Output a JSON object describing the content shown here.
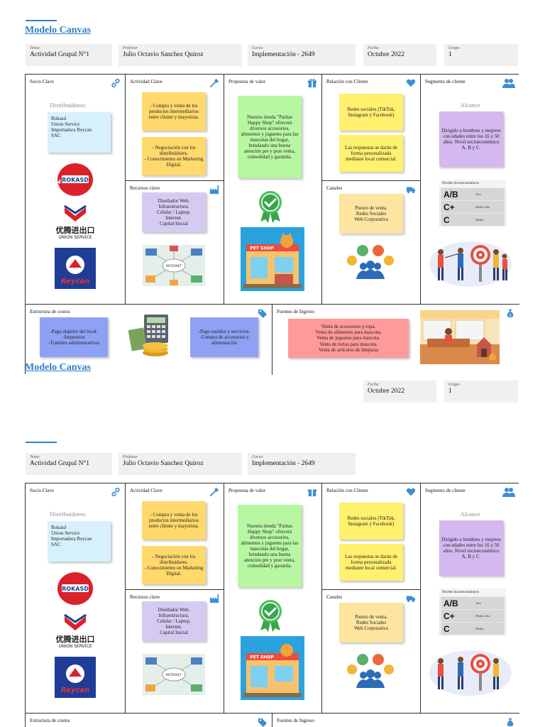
{
  "page1": {
    "title": "Modelo Canvas",
    "fields": [
      {
        "label": "Tema:",
        "value": "Actividad Grupal N°1"
      },
      {
        "label": "Profesor",
        "value": "Julio Octavio Sanchez Quiroz"
      },
      {
        "label": "Curso:",
        "value": "Implementación - 2649"
      },
      {
        "label": "Fecha:",
        "value": "Octubre 2022"
      },
      {
        "label": "Grupo",
        "value": "1"
      }
    ]
  },
  "page2": {
    "title": "Modelo Canvas",
    "fields_top": [
      {
        "label": "Fecha:",
        "value": "Octubre 2022"
      },
      {
        "label": "Grupo",
        "value": "1"
      }
    ],
    "fields": [
      {
        "label": "Tema:",
        "value": "Actividad Grupal N°1"
      },
      {
        "label": "Profesor",
        "value": "Julio Octavio Sanchez Quiroz"
      },
      {
        "label": "Curso:",
        "value": "Implementación - 2649"
      }
    ]
  },
  "canvas": {
    "socio": {
      "title": "Socio Clave",
      "subtitle": "Distribuidores:",
      "note": "Rokasd\nUnion Service\nImportadora Reycan\nSAC",
      "logo_rokasd": "ROKASD",
      "logo_union_cn": "优腾进出口",
      "logo_union_en": "UNION SERVICE",
      "logo_reycan": "Reycan"
    },
    "actividad": {
      "title": "Actividad Clave",
      "note1": "- Compra y venta de los productos intermediarios entre cliente y mayorista.",
      "note2": "- Negociación con los distribuidores.\n- Conocimiento en Marketing Digital."
    },
    "recursos": {
      "title": "Recursos clave",
      "note": "Diseñador Web.\nInfraestructura.\nCelular / Laptop.\nInternet.\nCapital Inicial",
      "internet_label": "INTERNET"
    },
    "propuesta": {
      "title": "Propuesta de valor",
      "note": "Nuestra tienda \"Patitas Happy Shop\" ofrecerá diversos accesorios, alimentos y juguetes para las mascotas del hogar, brindando una buena atención pre y post venta, comodidad y garantía.",
      "shop_sign": "PET SHOP"
    },
    "relacion": {
      "title": "Relación con Cliente",
      "note1": "Redes sociales (TikTok, Instagram y Facebook)",
      "note2": "Las respuestas se darán de forma personalizada mediante local comercial."
    },
    "canales": {
      "title": "Canales",
      "note": "Puesto de venta.\nRedes Sociales\nWeb Corporativa"
    },
    "segmento": {
      "title": "Segmento de cliente",
      "subtitle": "Alcance",
      "note": "Dirigido a hombres y mujeres con edades entre los 16 y 50 años. Nivel socioeconómico A, B y C.",
      "table_head": "Niveles Socioeconómicos",
      "rows": [
        {
          "k": "A/B",
          "v": "Alto"
        },
        {
          "k": "C+",
          "v": "Media Alto"
        },
        {
          "k": "C",
          "v": "Media"
        }
      ]
    },
    "costos": {
      "title": "Estructura de costos",
      "note1": "-Pago alquiler del local.\n-Impuestos\n-Tramites administrativos",
      "note2": "-Pago sueldos y servicios.\n-Compra de accesorios y alimentación"
    },
    "ingresos": {
      "title": "Fuentes de Ingreso",
      "note": "Venta de accesorios y ropa.\nVenta de alimentos para mascota.\nVenta de juguetes para mascota.\nVenta de tortas para mascota.\nVenta de artículos de limpieza"
    }
  },
  "colors": {
    "title_blue": "#2f7fc9",
    "icon_blue": "#3b8fd4"
  }
}
